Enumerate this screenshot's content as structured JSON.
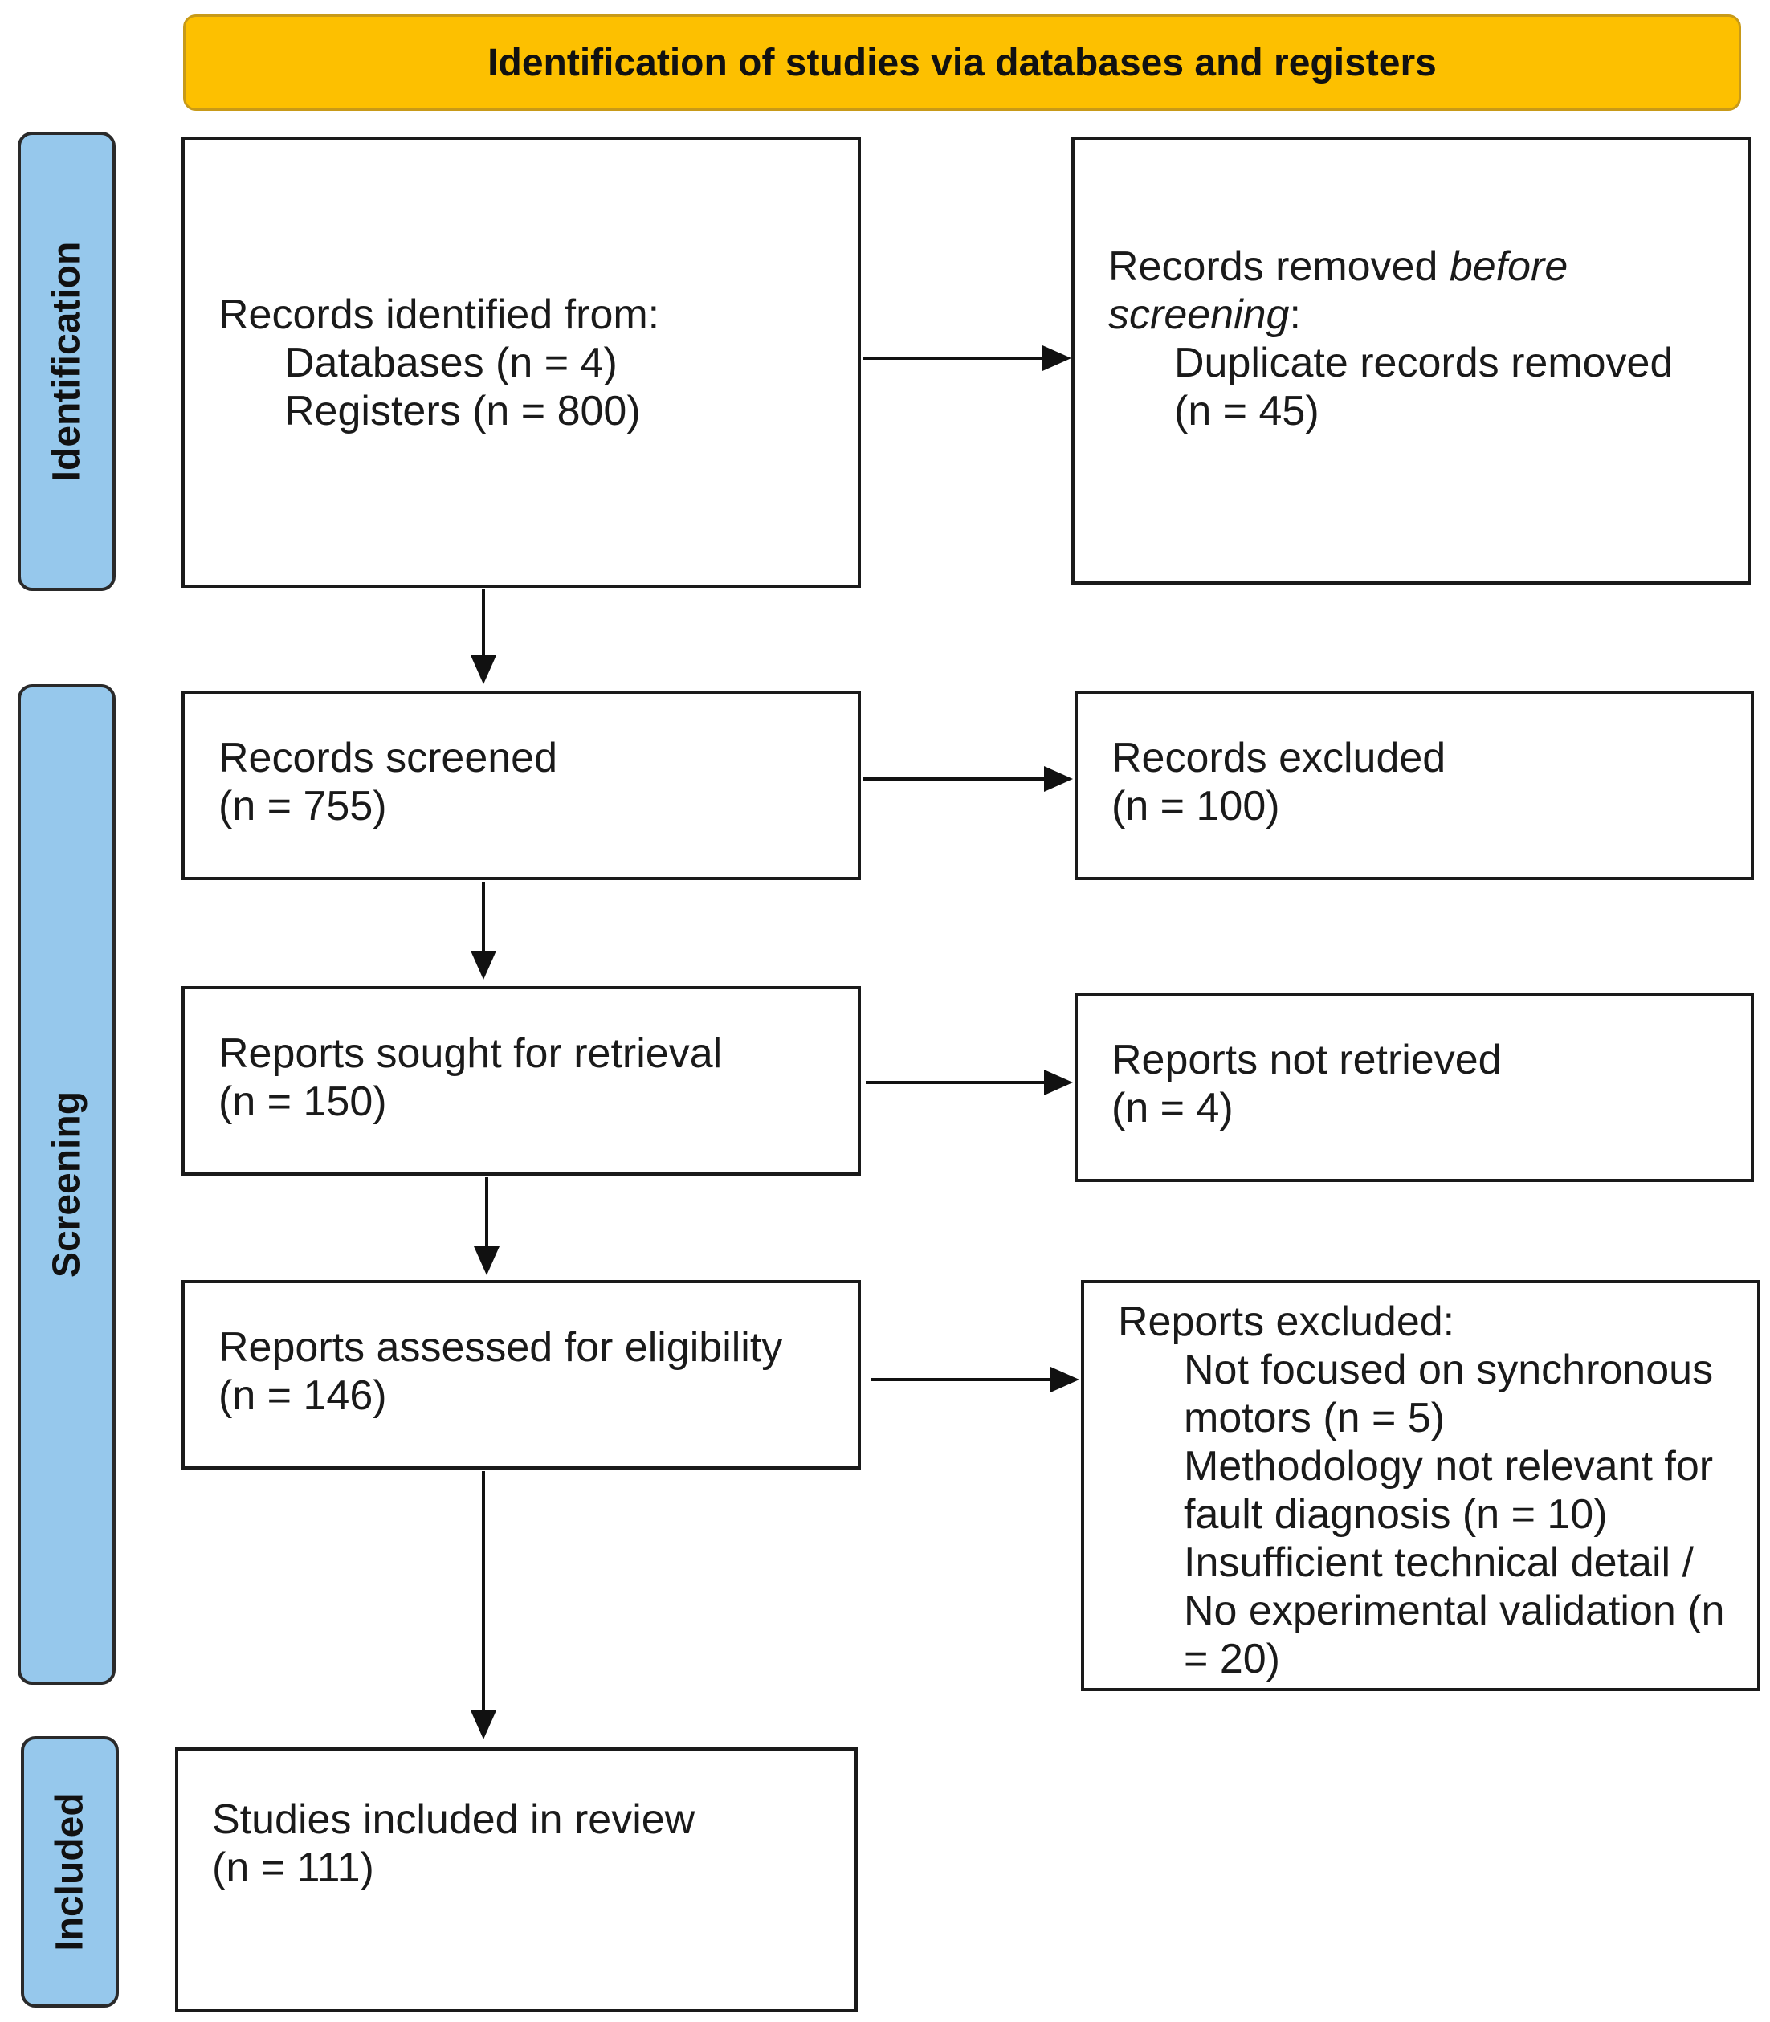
{
  "header": {
    "title": "Identification of studies via databases and registers"
  },
  "phases": {
    "identification": "Identification",
    "screening": "Screening",
    "included": "Included"
  },
  "boxes": {
    "records_identified": {
      "title": "Records identified from:",
      "databases": "Databases (n = 4)",
      "registers": "Registers (n = 800)"
    },
    "records_removed": {
      "title_prefix": "Records removed ",
      "title_italic": "before",
      "title_italic2": "screening",
      "title_suffix": ":",
      "duplicates": "Duplicate records removed",
      "duplicates_n": "(n = 45)"
    },
    "records_screened": {
      "title": "Records screened",
      "n": "(n = 755)"
    },
    "records_excluded": {
      "title": "Records excluded",
      "n": "(n = 100)"
    },
    "reports_sought": {
      "title": "Reports sought for retrieval",
      "n": "(n = 150)"
    },
    "reports_not_retrieved": {
      "title": "Reports not retrieved",
      "n": "(n = 4)"
    },
    "reports_assessed": {
      "title": "Reports assessed for eligibility",
      "n": "(n = 146)"
    },
    "reports_excluded": {
      "title": "Reports excluded:",
      "reason_1_a": "Not focused on synchronous",
      "reason_1_b": "motors (n = 5)",
      "reason_2_a": "Methodology not relevant for",
      "reason_2_b": "fault diagnosis (n = 10)",
      "reason_3_a": "Insufficient technical detail /",
      "reason_3_b": "No experimental validation (n",
      "reason_3_c": "= 20)"
    },
    "studies_included": {
      "title": "Studies included in review",
      "n": "(n = 111)"
    }
  }
}
